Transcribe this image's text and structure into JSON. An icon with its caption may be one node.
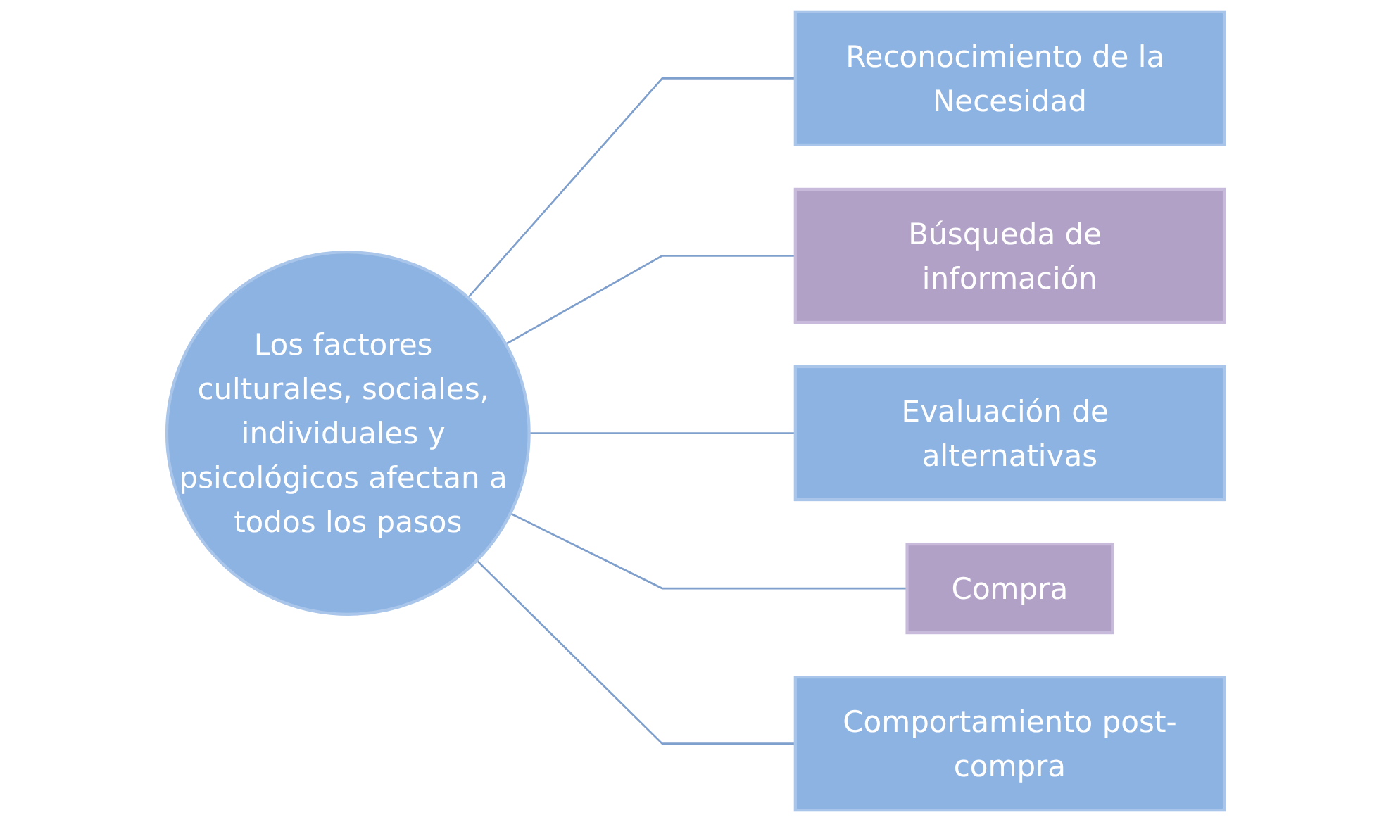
{
  "diagram": {
    "nodes": [
      {
        "text": [
          "Los factores culturales, sociales, individuales y psicológicos afectan a todos los pasos"
        ]
      },
      {
        "text": [
          "Reconocimiento de la Necesidad"
        ]
      },
      {
        "text": [
          "Búsqueda de información"
        ]
      },
      {
        "text": [
          "Evaluación de alternativas"
        ]
      },
      {
        "text": [
          "Compra"
        ]
      },
      {
        "text": [
          "Comportamiento post-compra"
        ]
      }
    ],
    "edges": [
      {
        "from": 0,
        "to": 1,
        "arrow": "none"
      },
      {
        "from": 0,
        "to": 2,
        "arrow": "none"
      },
      {
        "from": 0,
        "to": 3,
        "arrow": "none"
      },
      {
        "from": 0,
        "to": 4,
        "arrow": "none"
      },
      {
        "from": 0,
        "to": 5,
        "arrow": "none"
      }
    ]
  }
}
